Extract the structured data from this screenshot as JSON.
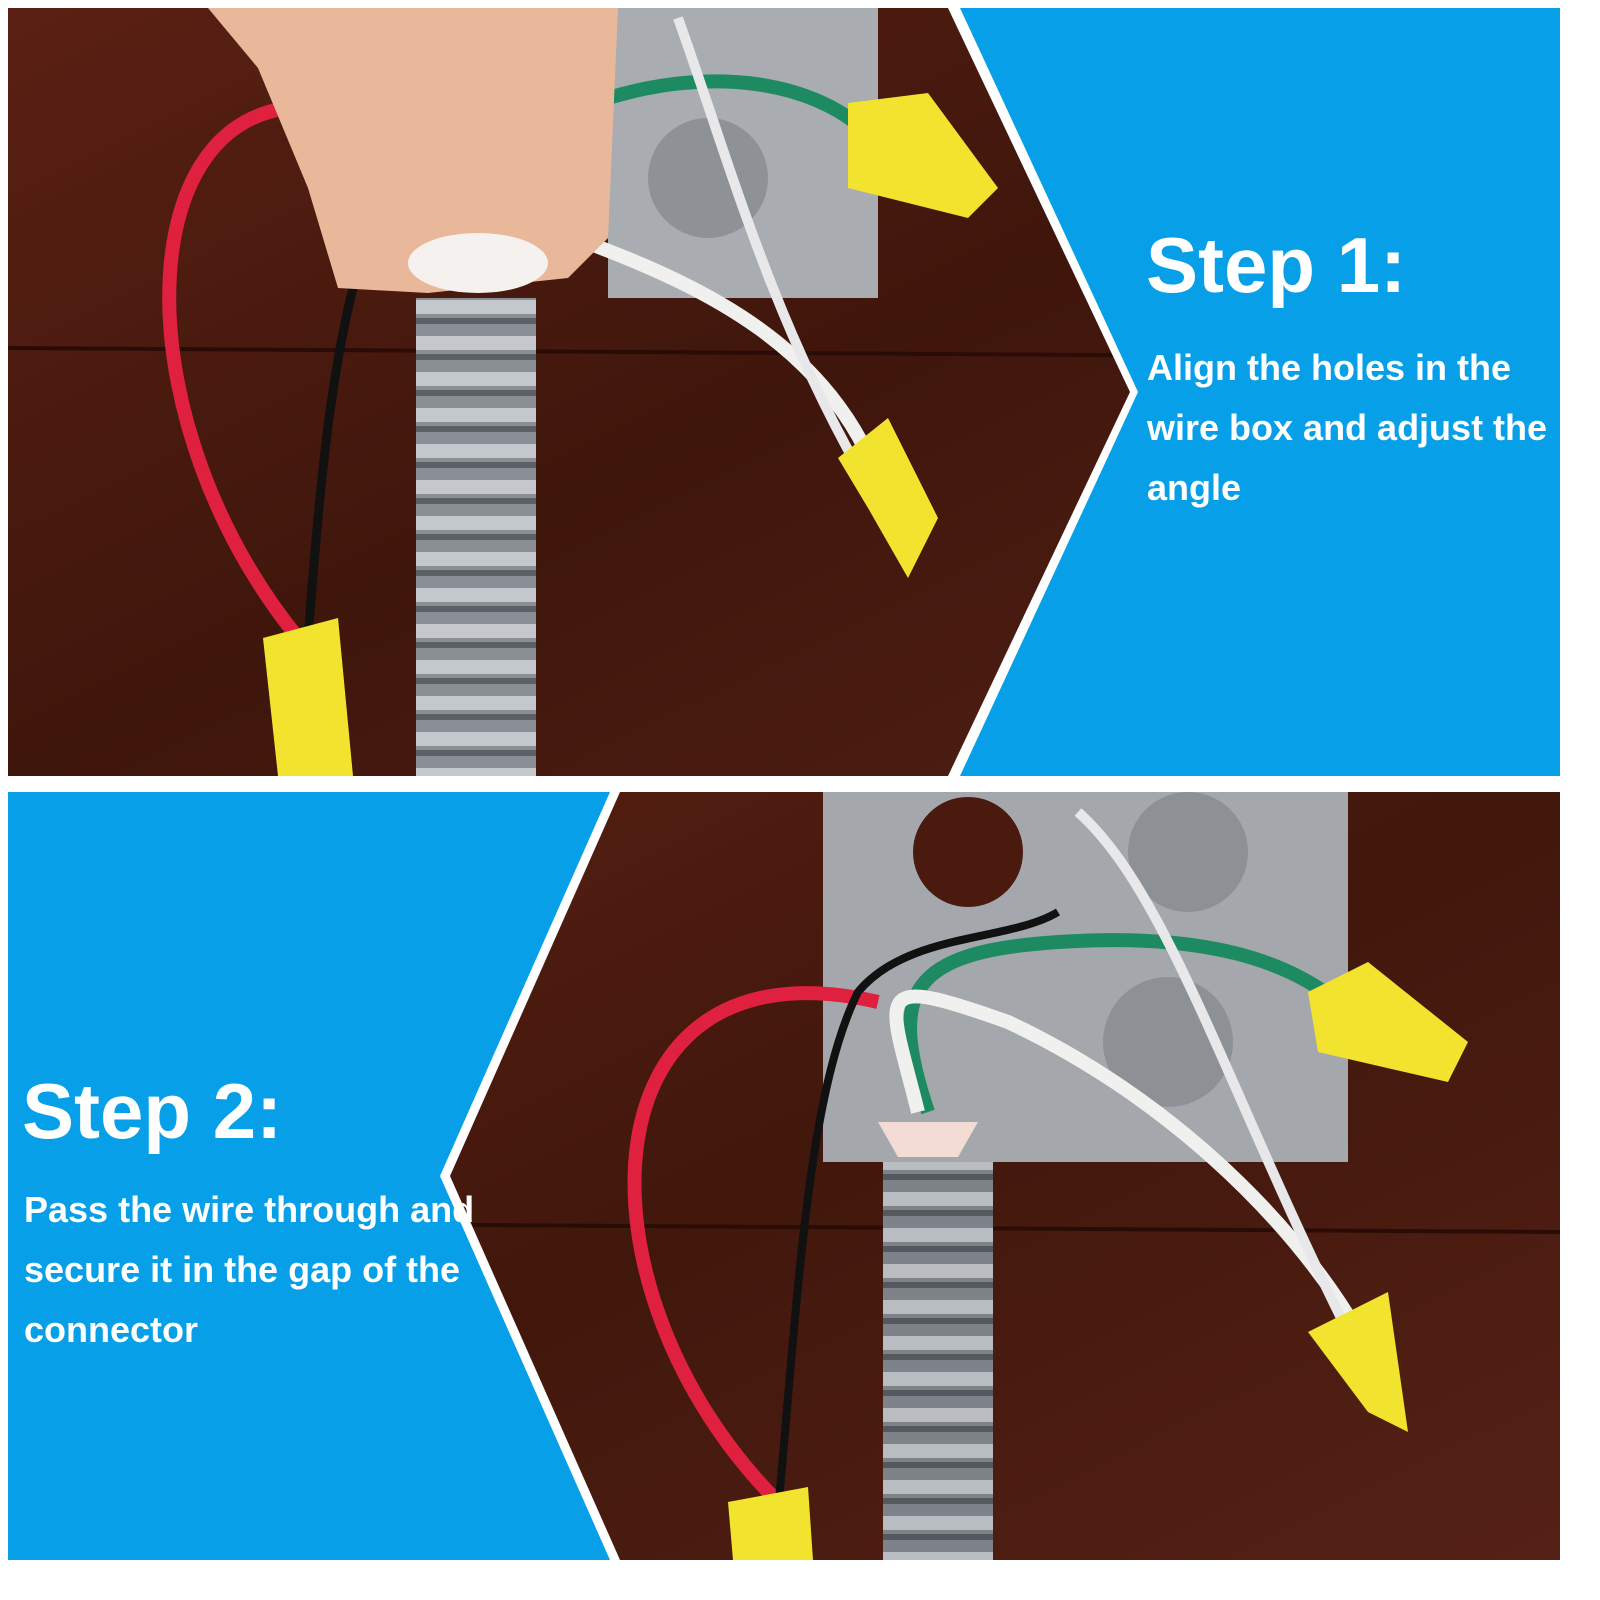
{
  "colors": {
    "panel_blue": "#07a0e8",
    "wood": "#4a1a0f",
    "wire_red": "#e0203f",
    "wire_green": "#1e8a62",
    "connector_yellow": "#f2e42e"
  },
  "step1": {
    "title": "Step 1:",
    "description": "Align the holes in the wire box and adjust the angle"
  },
  "step2": {
    "title": "Step 2:",
    "description": "Pass the wire through and secure it in the gap of the connector"
  }
}
